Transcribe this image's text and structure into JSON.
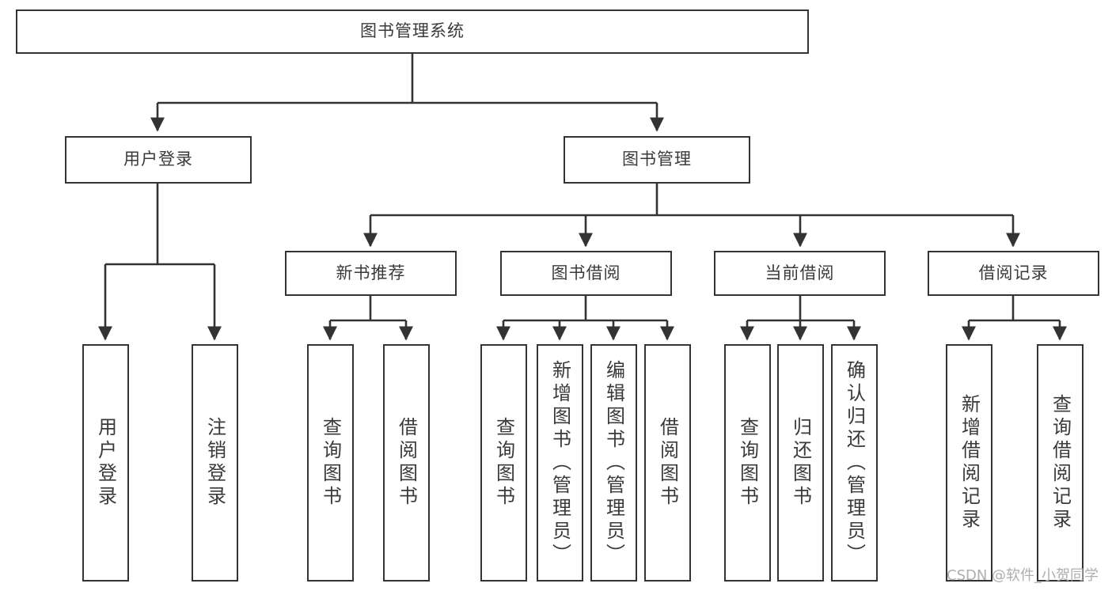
{
  "diagram": {
    "type": "tree",
    "title": "图书管理系统",
    "watermark": "CSDN @软件_小贺同学",
    "style": {
      "border_color": "#333333",
      "text_color": "#3a3a3a",
      "background": "#ffffff",
      "watermark_color": "#aeaeae"
    },
    "nodes": {
      "root": {
        "label": "图书管理系统"
      },
      "level1": [
        {
          "id": "user-login",
          "label": "用户登录"
        },
        {
          "id": "book-management",
          "label": "图书管理"
        }
      ],
      "level2": [
        {
          "id": "new-book-recommend",
          "label": "新书推荐"
        },
        {
          "id": "book-borrow",
          "label": "图书借阅"
        },
        {
          "id": "current-borrow",
          "label": "当前借阅"
        },
        {
          "id": "borrow-record",
          "label": "借阅记录"
        }
      ],
      "leaves": {
        "user_login": [
          {
            "id": "leaf-user-login",
            "label": "用户登录"
          },
          {
            "id": "leaf-logout",
            "label": "注销登录"
          }
        ],
        "new_book_recommend": [
          {
            "id": "leaf-query-book-1",
            "label": "查询图书"
          },
          {
            "id": "leaf-borrow-book-1",
            "label": "借阅图书"
          }
        ],
        "book_borrow": [
          {
            "id": "leaf-query-book-2",
            "label": "查询图书"
          },
          {
            "id": "leaf-add-book",
            "label": "新增图书（管理员）"
          },
          {
            "id": "leaf-edit-book",
            "label": "编辑图书（管理员）"
          },
          {
            "id": "leaf-borrow-book-2",
            "label": "借阅图书"
          }
        ],
        "current_borrow": [
          {
            "id": "leaf-query-book-3",
            "label": "查询图书"
          },
          {
            "id": "leaf-return-book",
            "label": "归还图书"
          },
          {
            "id": "leaf-confirm-return",
            "label": "确认归还（管理员）"
          }
        ],
        "borrow_record": [
          {
            "id": "leaf-add-record",
            "label": "新增借阅记录"
          },
          {
            "id": "leaf-query-record",
            "label": "查询借阅记录"
          }
        ]
      }
    }
  }
}
